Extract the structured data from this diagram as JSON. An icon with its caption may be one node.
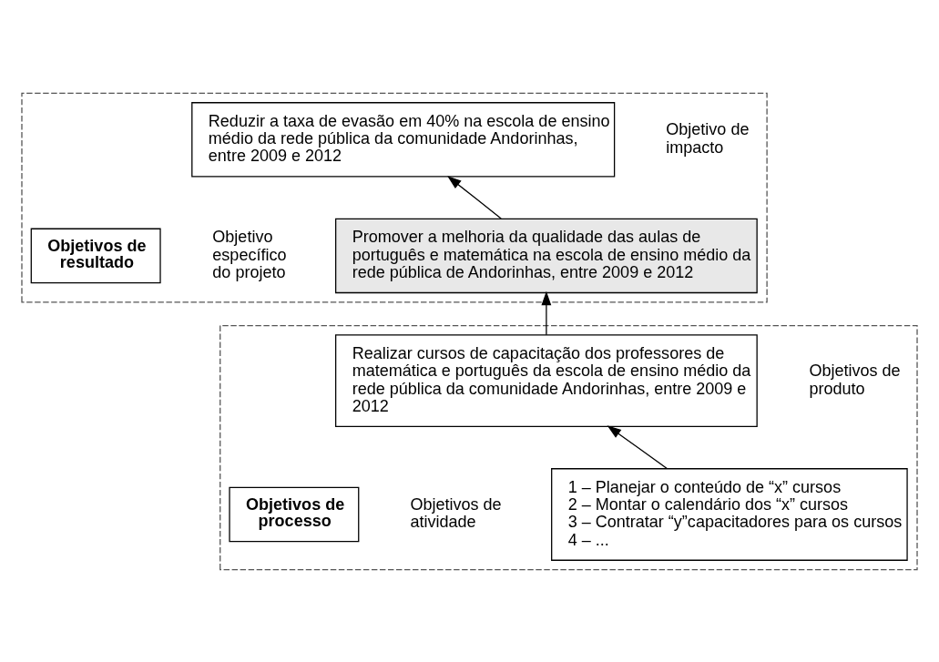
{
  "diagram": {
    "nodes": [
      {
        "text": [],
        "shape": "box"
      },
      {
        "text": [
          "Reduzir a taxa de evasão em 40% na escola de ensino médio da rede pública da comunidade Andorinhas, entre 2009 e 2012"
        ],
        "in": 0,
        "beside": [
          "Objetivo de impacto"
        ]
      },
      {
        "text": [
          "Promover a melhoria da qualidade das aulas de português e matemática na escola de ensino médio da rede pública de Andorinhas, entre 2009 e 2012"
        ],
        "in": 0,
        "beside": [
          "Objetivo específico do projeto"
        ]
      },
      {
        "text": [
          "Objetivos de resultado"
        ],
        "in": 0
      },
      {
        "text": [],
        "shape": "box"
      },
      {
        "text": [
          "Realizar cursos de capacitação dos professores de matemática e português da escola de ensino médio da rede pública da comunidade Andorinhas, entre 2009 e 2012"
        ],
        "in": 4,
        "beside": [
          "Objetivos de produto"
        ]
      },
      {
        "text": [
          "1 – Planejar o conteúdo de “x” cursos",
          "2 – Montar o calendário dos “x” cursos",
          "3 – Contratar “y”capacitadores para os cursos",
          "4 – ..."
        ],
        "in": 4,
        "beside": [
          "Objetivos de atividade"
        ]
      },
      {
        "text": [
          "Objetivos de processo"
        ],
        "in": 4
      }
    ],
    "edges": [
      {
        "from": 2,
        "to": 1,
        "arrow": "to"
      },
      {
        "from": 5,
        "to": 2,
        "arrow": "to"
      },
      {
        "from": 6,
        "to": 5,
        "arrow": "to"
      }
    ]
  }
}
